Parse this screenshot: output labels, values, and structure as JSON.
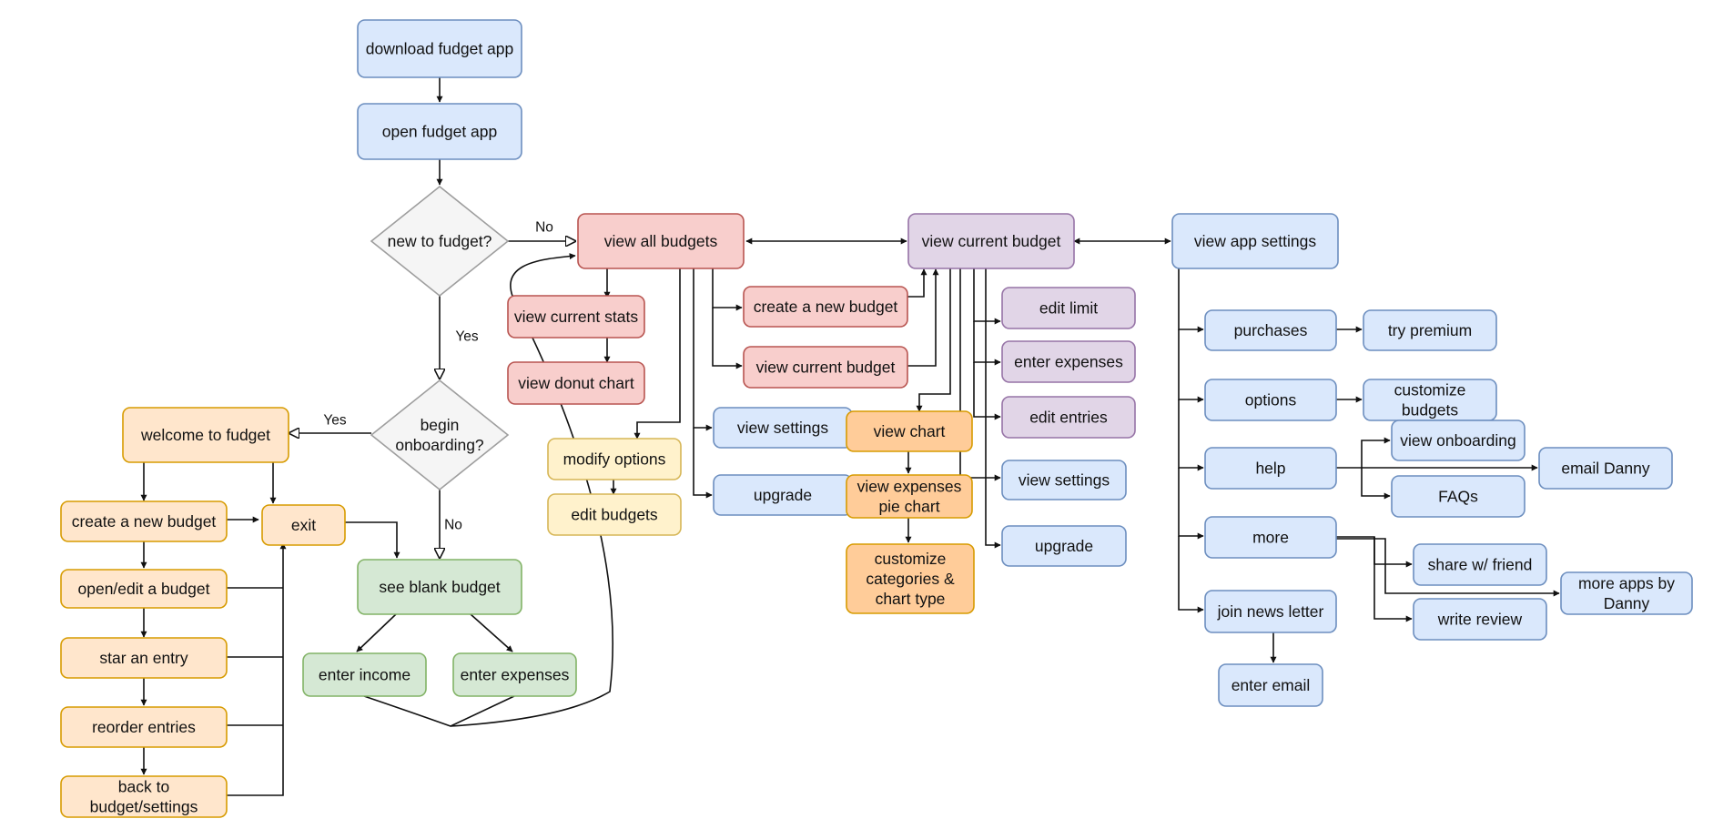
{
  "colors": {
    "blue": {
      "fill": "#dae8fc",
      "stroke": "#6c8ebf"
    },
    "red": {
      "fill": "#f8cecc",
      "stroke": "#b85450"
    },
    "purple": {
      "fill": "#e1d5e7",
      "stroke": "#9673a6"
    },
    "green": {
      "fill": "#d5e8d4",
      "stroke": "#82b366"
    },
    "yellow": {
      "fill": "#fff2cc",
      "stroke": "#d6b656"
    },
    "orange_light": {
      "fill": "#ffe6cc",
      "stroke": "#d79b00"
    },
    "orange": {
      "fill": "#ffcc99",
      "stroke": "#d79b00"
    },
    "gray": {
      "fill": "#f5f5f5",
      "stroke": "#9e9e9e"
    },
    "line": "#111111"
  },
  "nodes": [
    {
      "id": "download",
      "shape": "rect",
      "color": "blue",
      "lines": [
        "download fudget app"
      ]
    },
    {
      "id": "open",
      "shape": "rect",
      "color": "blue",
      "lines": [
        "open fudget app"
      ]
    },
    {
      "id": "new_q",
      "shape": "diamond",
      "color": "gray",
      "lines": [
        "new to fudget?"
      ]
    },
    {
      "id": "begin_q",
      "shape": "diamond",
      "color": "gray",
      "lines": [
        "begin",
        "onboarding?"
      ]
    },
    {
      "id": "welcome",
      "shape": "rect",
      "color": "orange_light",
      "lines": [
        "welcome to fudget"
      ]
    },
    {
      "id": "ob_create",
      "shape": "rect",
      "color": "orange_light",
      "lines": [
        "create a new budget"
      ]
    },
    {
      "id": "ob_open",
      "shape": "rect",
      "color": "orange_light",
      "lines": [
        "open/edit a budget"
      ]
    },
    {
      "id": "ob_star",
      "shape": "rect",
      "color": "orange_light",
      "lines": [
        "star an entry"
      ]
    },
    {
      "id": "ob_reorder",
      "shape": "rect",
      "color": "orange_light",
      "lines": [
        "reorder entries"
      ]
    },
    {
      "id": "ob_back",
      "shape": "rect",
      "color": "orange_light",
      "lines": [
        "back to",
        "budget/settings"
      ]
    },
    {
      "id": "exit",
      "shape": "rect",
      "color": "orange_light",
      "lines": [
        "exit"
      ]
    },
    {
      "id": "blank",
      "shape": "rect",
      "color": "green",
      "lines": [
        "see blank budget"
      ]
    },
    {
      "id": "income",
      "shape": "rect",
      "color": "green",
      "lines": [
        "enter income"
      ]
    },
    {
      "id": "expenses_g",
      "shape": "rect",
      "color": "green",
      "lines": [
        "enter expenses"
      ]
    },
    {
      "id": "all_budgets",
      "shape": "rect",
      "color": "red",
      "lines": [
        "view all budgets"
      ]
    },
    {
      "id": "cur_stats",
      "shape": "rect",
      "color": "red",
      "lines": [
        "view current stats"
      ]
    },
    {
      "id": "donut",
      "shape": "rect",
      "color": "red",
      "lines": [
        "view donut chart"
      ]
    },
    {
      "id": "create_budget",
      "shape": "rect",
      "color": "red",
      "lines": [
        "create a new budget"
      ]
    },
    {
      "id": "view_cur_budget_r",
      "shape": "rect",
      "color": "red",
      "lines": [
        "view current budget"
      ]
    },
    {
      "id": "modify",
      "shape": "rect",
      "color": "yellow",
      "lines": [
        "modify options"
      ]
    },
    {
      "id": "edit_budgets",
      "shape": "rect",
      "color": "yellow",
      "lines": [
        "edit budgets"
      ]
    },
    {
      "id": "settings_1",
      "shape": "rect",
      "color": "blue",
      "lines": [
        "view settings"
      ]
    },
    {
      "id": "upgrade_1",
      "shape": "rect",
      "color": "blue",
      "lines": [
        "upgrade"
      ]
    },
    {
      "id": "cur_budget",
      "shape": "rect",
      "color": "purple",
      "lines": [
        "view current budget"
      ]
    },
    {
      "id": "edit_limit",
      "shape": "rect",
      "color": "purple",
      "lines": [
        "edit limit"
      ]
    },
    {
      "id": "enter_exp_p",
      "shape": "rect",
      "color": "purple",
      "lines": [
        "enter expenses"
      ]
    },
    {
      "id": "edit_entries",
      "shape": "rect",
      "color": "purple",
      "lines": [
        "edit entries"
      ]
    },
    {
      "id": "view_chart",
      "shape": "rect",
      "color": "orange",
      "lines": [
        "view chart"
      ]
    },
    {
      "id": "pie_chart",
      "shape": "rect",
      "color": "orange",
      "lines": [
        "view expenses",
        "pie chart"
      ]
    },
    {
      "id": "customize_cat",
      "shape": "rect",
      "color": "orange",
      "lines": [
        "customize",
        "categories &",
        "chart type"
      ]
    },
    {
      "id": "settings_2",
      "shape": "rect",
      "color": "blue",
      "lines": [
        "view settings"
      ]
    },
    {
      "id": "upgrade_2",
      "shape": "rect",
      "color": "blue",
      "lines": [
        "upgrade"
      ]
    },
    {
      "id": "app_settings",
      "shape": "rect",
      "color": "blue",
      "lines": [
        "view app settings"
      ]
    },
    {
      "id": "purchases",
      "shape": "rect",
      "color": "blue",
      "lines": [
        "purchases"
      ]
    },
    {
      "id": "try_premium",
      "shape": "rect",
      "color": "blue",
      "lines": [
        "try premium"
      ]
    },
    {
      "id": "options",
      "shape": "rect",
      "color": "blue",
      "lines": [
        "options"
      ]
    },
    {
      "id": "customize_budgets",
      "shape": "rect",
      "color": "blue",
      "lines": [
        "customize",
        "budgets"
      ]
    },
    {
      "id": "help",
      "shape": "rect",
      "color": "blue",
      "lines": [
        "help"
      ]
    },
    {
      "id": "view_onboarding",
      "shape": "rect",
      "color": "blue",
      "lines": [
        "view onboarding"
      ]
    },
    {
      "id": "faqs",
      "shape": "rect",
      "color": "blue",
      "lines": [
        "FAQs"
      ]
    },
    {
      "id": "email_danny",
      "shape": "rect",
      "color": "blue",
      "lines": [
        "email Danny"
      ]
    },
    {
      "id": "more",
      "shape": "rect",
      "color": "blue",
      "lines": [
        "more"
      ]
    },
    {
      "id": "share",
      "shape": "rect",
      "color": "blue",
      "lines": [
        "share w/ friend"
      ]
    },
    {
      "id": "write_review",
      "shape": "rect",
      "color": "blue",
      "lines": [
        "write review"
      ]
    },
    {
      "id": "more_apps",
      "shape": "rect",
      "color": "blue",
      "lines": [
        "more apps by",
        "Danny"
      ]
    },
    {
      "id": "newsletter",
      "shape": "rect",
      "color": "blue",
      "lines": [
        "join news letter"
      ]
    },
    {
      "id": "enter_email",
      "shape": "rect",
      "color": "blue",
      "lines": [
        "enter email"
      ]
    }
  ],
  "edge_labels": [
    {
      "id": "new_no",
      "text": "No"
    },
    {
      "id": "new_yes",
      "text": "Yes"
    },
    {
      "id": "begin_yes",
      "text": "Yes"
    },
    {
      "id": "begin_no",
      "text": "No"
    }
  ]
}
